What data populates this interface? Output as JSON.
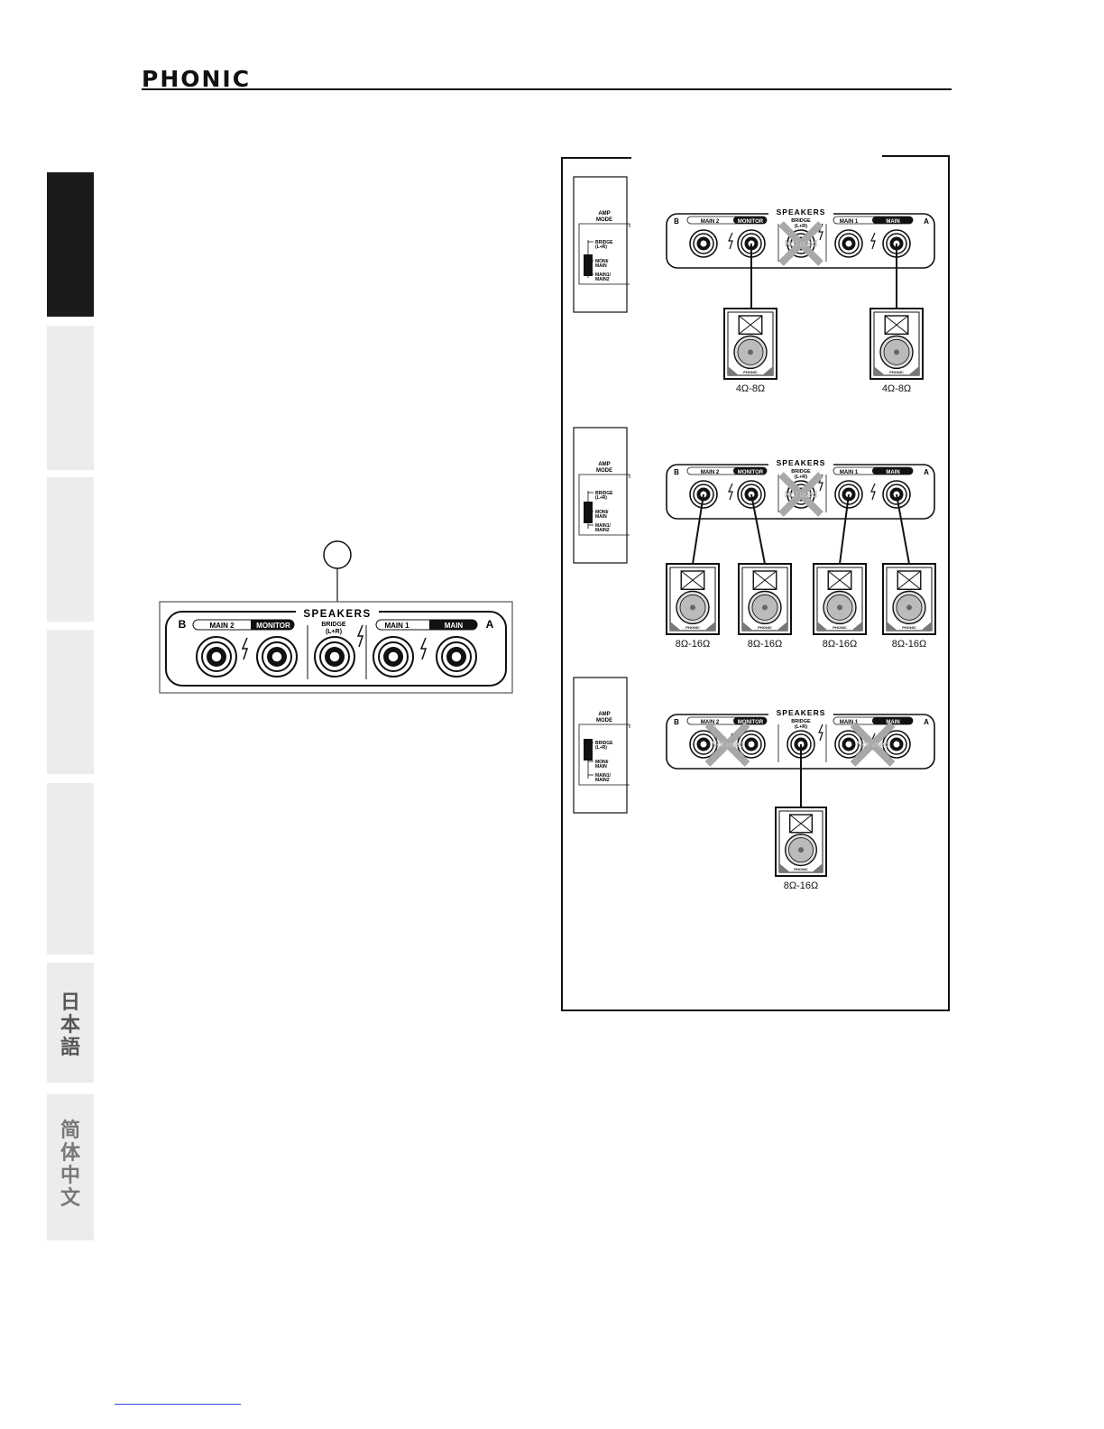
{
  "header": {
    "brand": "PHONIC"
  },
  "side_tabs": {
    "japanese": "日本語",
    "chinese": "简体中文"
  },
  "speaker_panel": {
    "title": "SPEAKERS",
    "side_b": "B",
    "side_a": "A",
    "main2_label": "MAIN 2",
    "monitor_label": "MONITOR",
    "bridge_label_line1": "BRIDGE",
    "bridge_label_line2": "(L+R)",
    "main1_label": "MAIN 1",
    "main_label": "MAIN"
  },
  "amp_mode": {
    "title_line1": "AMP",
    "title_line2": "MODE",
    "option1_line1": "BRIDGE",
    "option1_line2": "(L+R)",
    "option2_line1": "MONI/",
    "option2_line2": "MAIN",
    "option3_line1": "MAIN1/",
    "option3_line2": "MAIN2"
  },
  "diagrams": {
    "not_used": "Not used",
    "speaker_brand": "PHONIC",
    "mode1_impedances": [
      "4Ω-8Ω",
      "4Ω-8Ω"
    ],
    "mode2_impedances": [
      "8Ω-16Ω",
      "8Ω-16Ω",
      "8Ω-16Ω",
      "8Ω-16Ω"
    ],
    "mode3_impedances": [
      "8Ω-16Ω"
    ]
  },
  "colors": {
    "ink": "#111111",
    "tab_active": "#1a1a1a",
    "tab_inactive": "#ececec",
    "cross": "#a8a8a8",
    "link": "#2a4bd7"
  }
}
